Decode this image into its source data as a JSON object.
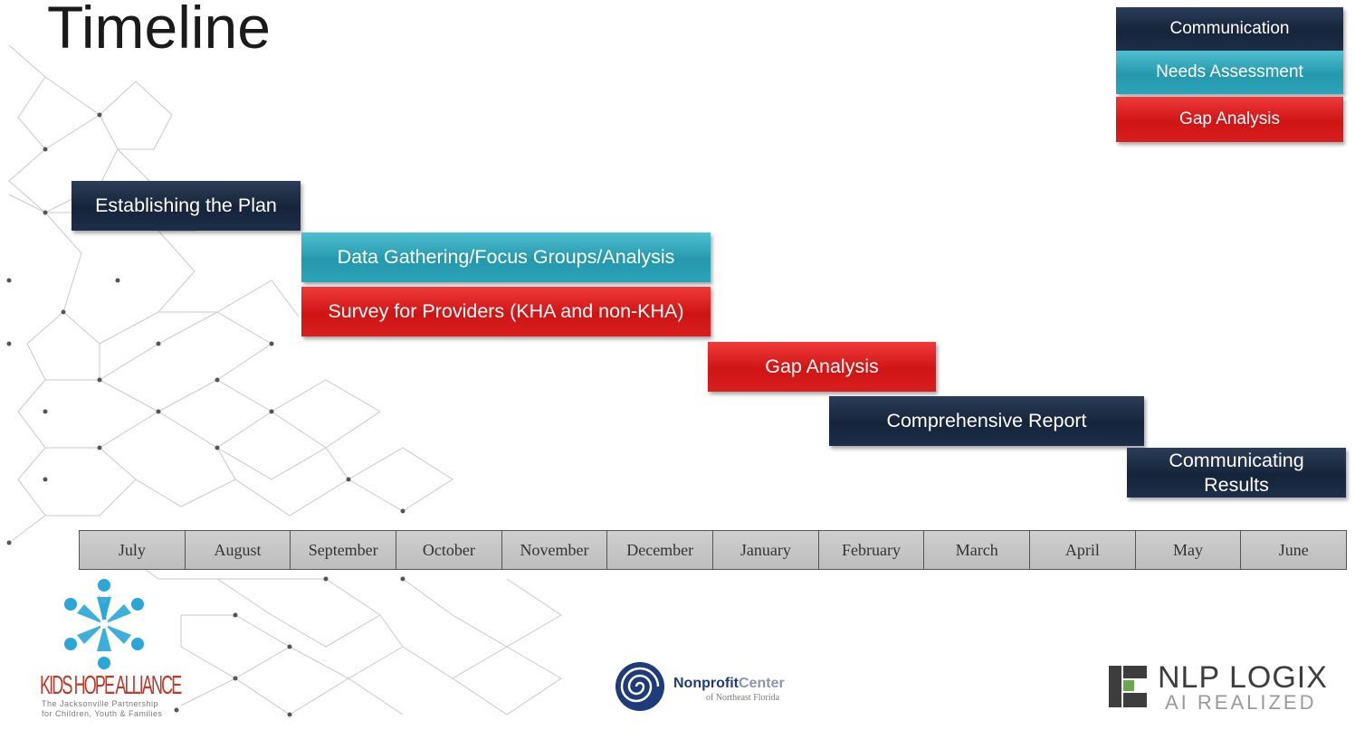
{
  "title": "Timeline",
  "legend": [
    {
      "label": "Communication",
      "color": "navy"
    },
    {
      "label": "Needs Assessment",
      "color": "teal"
    },
    {
      "label": "Gap Analysis",
      "color": "red"
    }
  ],
  "tasks": {
    "establishing": "Establishing the Plan",
    "data_gathering": "Data Gathering/Focus Groups/Analysis",
    "survey": "Survey for Providers (KHA and non-KHA)",
    "gap": "Gap Analysis",
    "report": "Comprehensive Report",
    "communicating_1": "Communicating",
    "communicating_2": "Results"
  },
  "months": [
    "July",
    "August",
    "September",
    "October",
    "November",
    "December",
    "January",
    "February",
    "March",
    "April",
    "May",
    "June"
  ],
  "logos": {
    "kha_name": "KIDS HOPE ALLIANCE",
    "kha_sub1": "The Jacksonville Partnership",
    "kha_sub2": "for Children, Youth & Families",
    "npc_name_a": "Nonprofit",
    "npc_name_b": "Center",
    "npc_sub": "of Northeast Florida",
    "nlp_name": "NLP LOGIX",
    "nlp_sub": "AI REALIZED"
  },
  "colors": {
    "navy": "#1d2e49",
    "teal": "#2ba4b8",
    "red": "#d81e1e"
  }
}
